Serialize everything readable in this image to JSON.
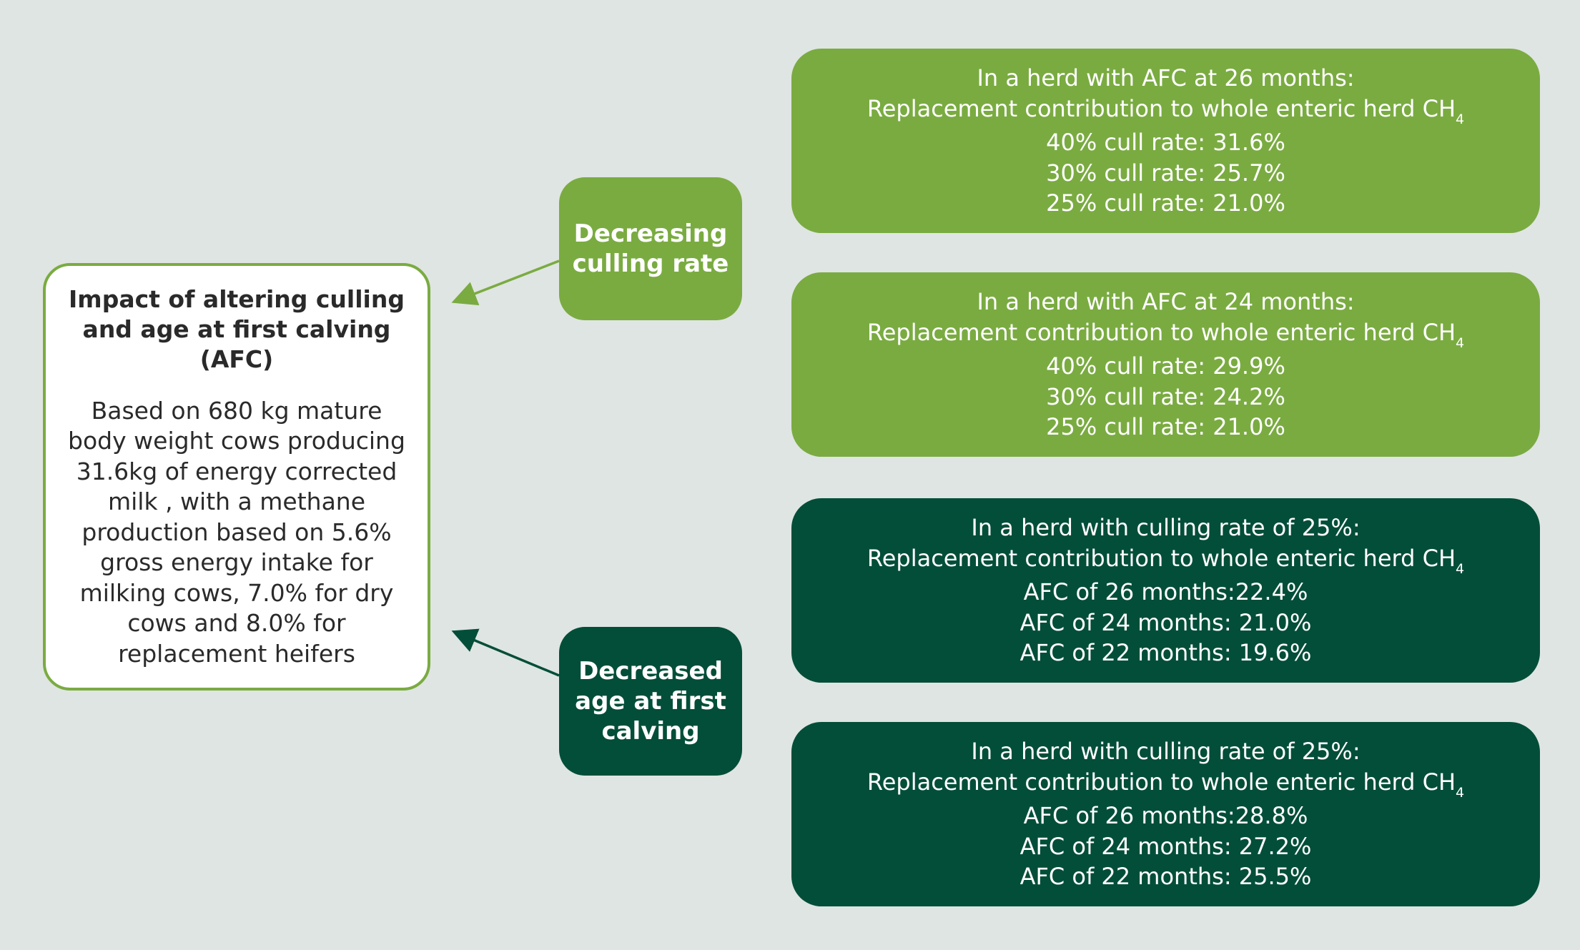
{
  "main_box": {
    "title": "Impact of altering culling and age at first calving (AFC)",
    "body": "Based on 680 kg mature body weight cows producing 31.6kg of energy corrected milk , with a methane production based on 5.6% gross energy intake for milking cows, 7.0% for dry cows and 8.0% for replacement heifers"
  },
  "labels": {
    "culling": "Decreasing culling rate",
    "afc": "Decreased age at first calving"
  },
  "panels": [
    {
      "heading": "In a herd with AFC at 26 months:",
      "contribution": "Replacement contribution to whole enteric herd CH",
      "subscript": "4",
      "rows": [
        "40% cull rate: 31.6%",
        "30% cull rate: 25.7%",
        "25% cull rate: 21.0%"
      ]
    },
    {
      "heading": "In a herd with AFC at 24 months:",
      "contribution": "Replacement contribution to whole enteric herd CH",
      "subscript": "4",
      "rows": [
        "40% cull rate: 29.9%",
        "30% cull rate: 24.2%",
        "25% cull rate: 21.0%"
      ]
    },
    {
      "heading": "In a herd with culling rate of 25%:",
      "contribution": "Replacement contribution to whole enteric herd CH",
      "subscript": "4",
      "rows": [
        "AFC of 26 months:22.4%",
        "AFC of 24 months: 21.0%",
        "AFC of 22 months: 19.6%"
      ]
    },
    {
      "heading": "In a herd with culling rate of 25%:",
      "contribution": "Replacement contribution to whole enteric herd CH",
      "subscript": "4",
      "rows": [
        "AFC of 26 months:28.8%",
        "AFC of 24 months: 27.2%",
        "AFC of 22 months: 25.5%"
      ]
    }
  ],
  "colors": {
    "background": "#dfe5e2",
    "light_green": "#7aab41",
    "dark_green": "#034e39",
    "white": "#ffffff"
  }
}
